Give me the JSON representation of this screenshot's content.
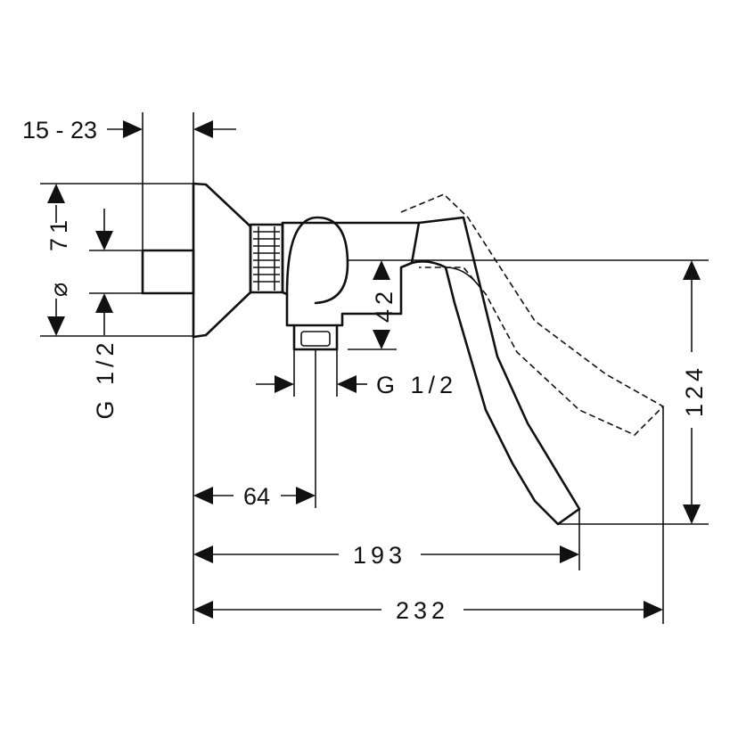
{
  "diagram": {
    "labels": {
      "wall_range": "15 - 23",
      "rosette_diameter_symbol": "⌀",
      "rosette_diameter": "71",
      "inlet_thread": "G 1/2",
      "outlet_thread": "G 1/2",
      "outlet_height": "42",
      "outlet_offset": "64",
      "lever_reach": "193",
      "overall_length": "232",
      "lever_height": "124"
    }
  }
}
